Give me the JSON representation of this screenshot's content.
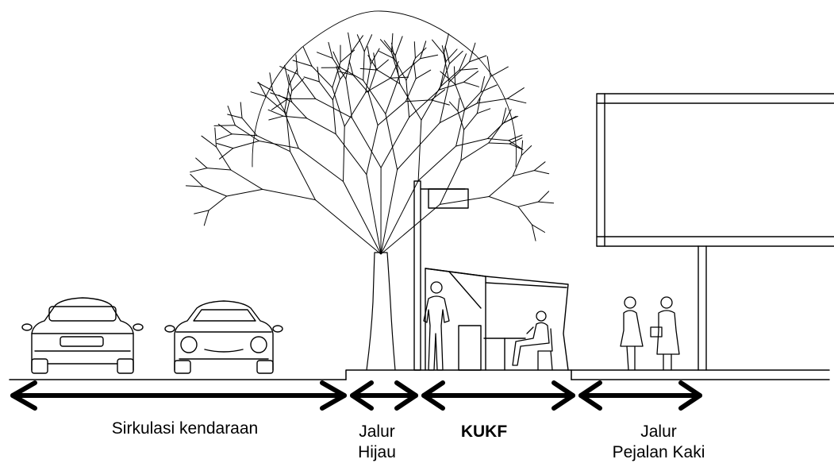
{
  "labels": {
    "vehicle": "Sirkulasi kendaraan",
    "green_line1": "Jalur",
    "green_line2": "Hijau",
    "kukf": "KUKF",
    "ped_line1": "Jalur",
    "ped_line2": "Pejalan Kaki"
  },
  "zones": [
    {
      "name": "vehicle"
    },
    {
      "name": "green"
    },
    {
      "name": "kukf"
    },
    {
      "name": "pedestrian"
    }
  ],
  "colors": {
    "line": "#000000",
    "background": "#ffffff"
  }
}
